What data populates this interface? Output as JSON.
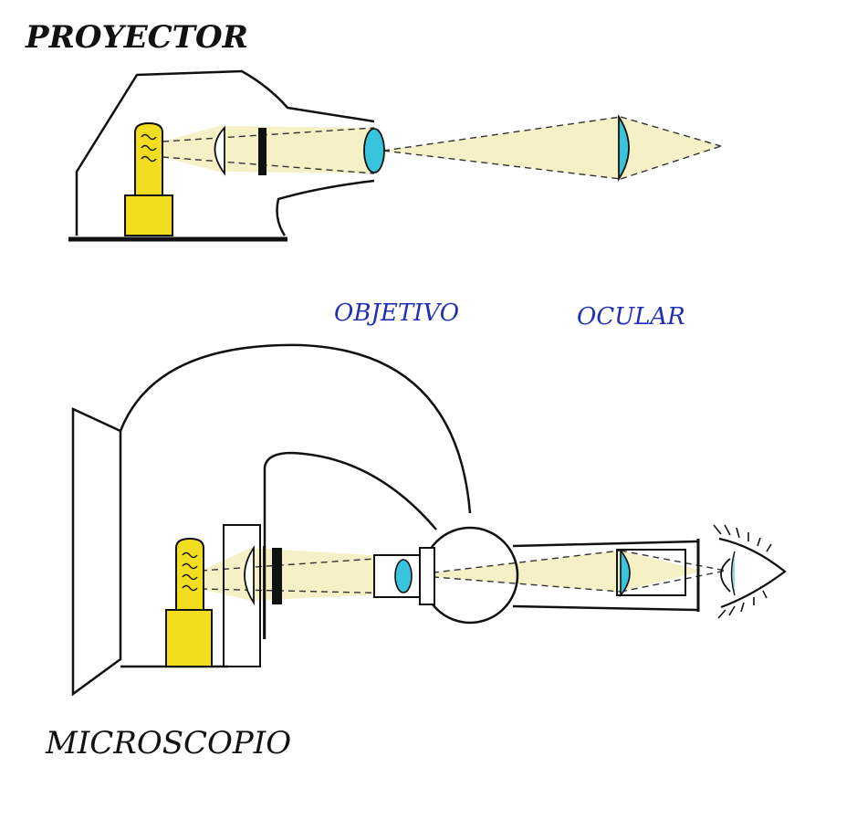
{
  "labels": {
    "proyector": "PROYECTOR",
    "objetivo": "OBJETIVO",
    "ocular": "OCULAR",
    "microscopio": "MICROSCOPIO"
  },
  "colors": {
    "outline": "#111111",
    "lamp_yellow": "#f2de1e",
    "lens_cyan": "#38c4dc",
    "beam": "#f5f0c6",
    "label_blue": "#1f2fb4",
    "label_black": "#111111"
  }
}
